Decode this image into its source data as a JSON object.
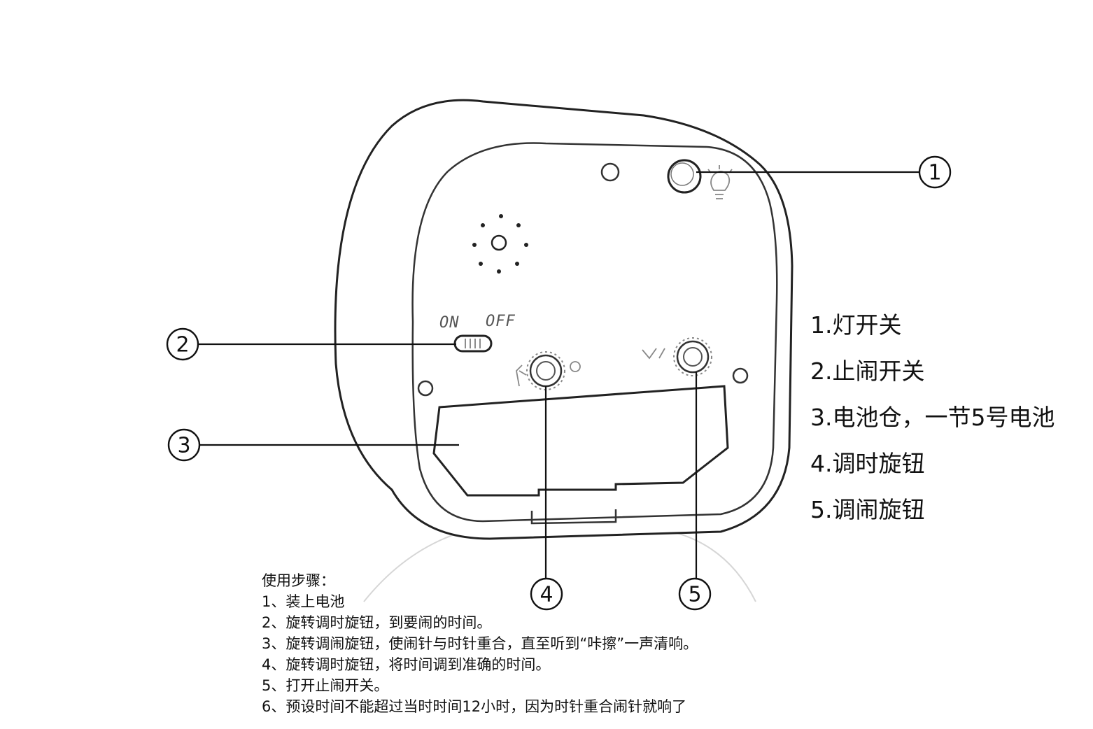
{
  "switch_labels": {
    "on": "ON",
    "off": "OFF"
  },
  "callouts": [
    {
      "number": "1"
    },
    {
      "number": "2"
    },
    {
      "number": "3"
    },
    {
      "number": "4"
    },
    {
      "number": "5"
    }
  ],
  "legend": [
    "1.灯开关",
    "2.止闹开关",
    "3.电池仓，一节5号电池",
    "4.调时旋钮",
    "5.调闹旋钮"
  ],
  "instructions": {
    "title": "使用步骤：",
    "steps": [
      "1、装上电池",
      "2、旋转调时旋钮，到要闹的时间。",
      "3、旋转调闹旋钮，使闹针与时针重合，直至听到“咔擦”一声清响。",
      "4、旋转调时旋钮，将时间调到准确的时间。",
      "5、打开止闹开关。",
      "6、预设时间不能超过当时时间12小时，因为时针重合闹针就响了"
    ]
  },
  "colors": {
    "line": "#111111",
    "sketch": "#9a9a9a",
    "background": "#ffffff"
  },
  "icons": [
    "light-bulb-icon",
    "speaker-icon",
    "clock-hand-icon",
    "alarm-bell-icon"
  ]
}
